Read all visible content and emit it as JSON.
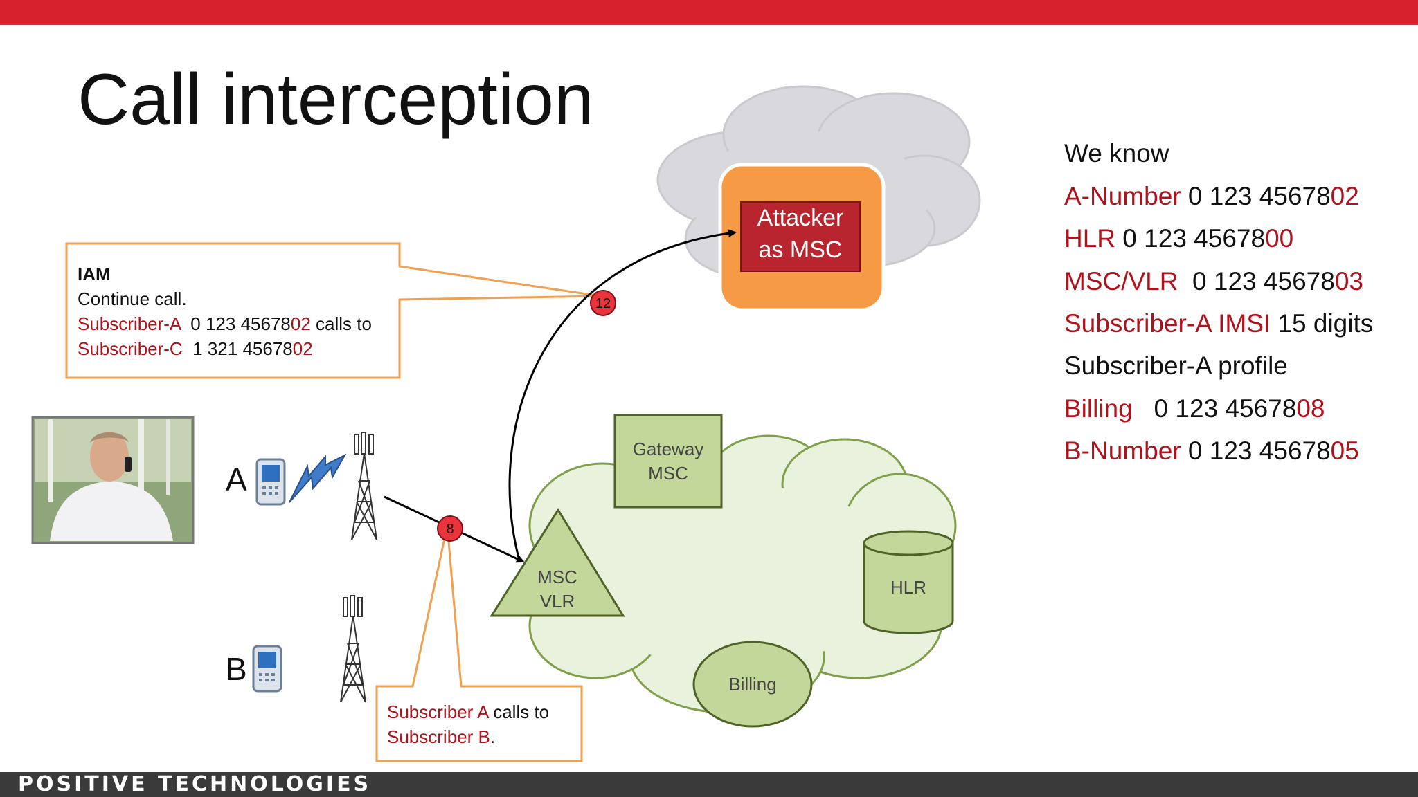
{
  "slide": {
    "title": "Call interception",
    "brand": "POSITIVE TECHNOLOGIES"
  },
  "known_info": {
    "heading": "We know",
    "rows": [
      {
        "label": "A-Number",
        "plain": " 0 123 45678",
        "tail": "02"
      },
      {
        "label": "HLR",
        "plain": " 0 123 45678",
        "tail": "00"
      },
      {
        "label": "MSC/VLR",
        "plain": "  0 123 45678",
        "tail": "03"
      },
      {
        "label": "Subscriber-A IMSI",
        "plain": " 15 digits",
        "tail": ""
      },
      {
        "label": "",
        "plain": "Subscriber-A profile",
        "tail": ""
      },
      {
        "label": "Billing",
        "plain": "   0 123 45678",
        "tail": "08"
      },
      {
        "label": "B-Number",
        "plain": " 0 123 45678",
        "tail": "05"
      }
    ]
  },
  "iam_callout": {
    "line1": "IAM",
    "line2": "Continue call.",
    "line3_label": "Subscriber-A",
    "line3_num": "  0 123 45678",
    "line3_tail": "02",
    "line3_rest": " calls to",
    "line4_label": "Subscriber-C",
    "line4_num": "  1 321 45678",
    "line4_tail": "02"
  },
  "call_callout": {
    "line1_label": "Subscriber A",
    "line1_rest": " calls to",
    "line2_label": "Subscriber B",
    "line2_rest": "."
  },
  "nodes": {
    "attacker_line1": "Attacker",
    "attacker_line2": "as MSC",
    "gateway_line1": "Gateway",
    "gateway_line2": "MSC",
    "msc_line1": "MSC",
    "msc_line2": "VLR",
    "hlr": "HLR",
    "billing": "Billing"
  },
  "phones": {
    "a": "A",
    "b": "B"
  },
  "steps": {
    "s12": "12",
    "s8": "8"
  },
  "colors": {
    "accent_red": "#d7222d",
    "text_red": "#b0121b",
    "orange": "#f79a45",
    "callout_border": "#f0a050",
    "network_green": "#c4d79b",
    "cloud_green": "#e9f2dc",
    "cloud_gray": "#d9d9dd"
  },
  "icons": [
    "phone-icon",
    "signal-bolt-icon",
    "cell-tower-icon",
    "person-photo"
  ]
}
